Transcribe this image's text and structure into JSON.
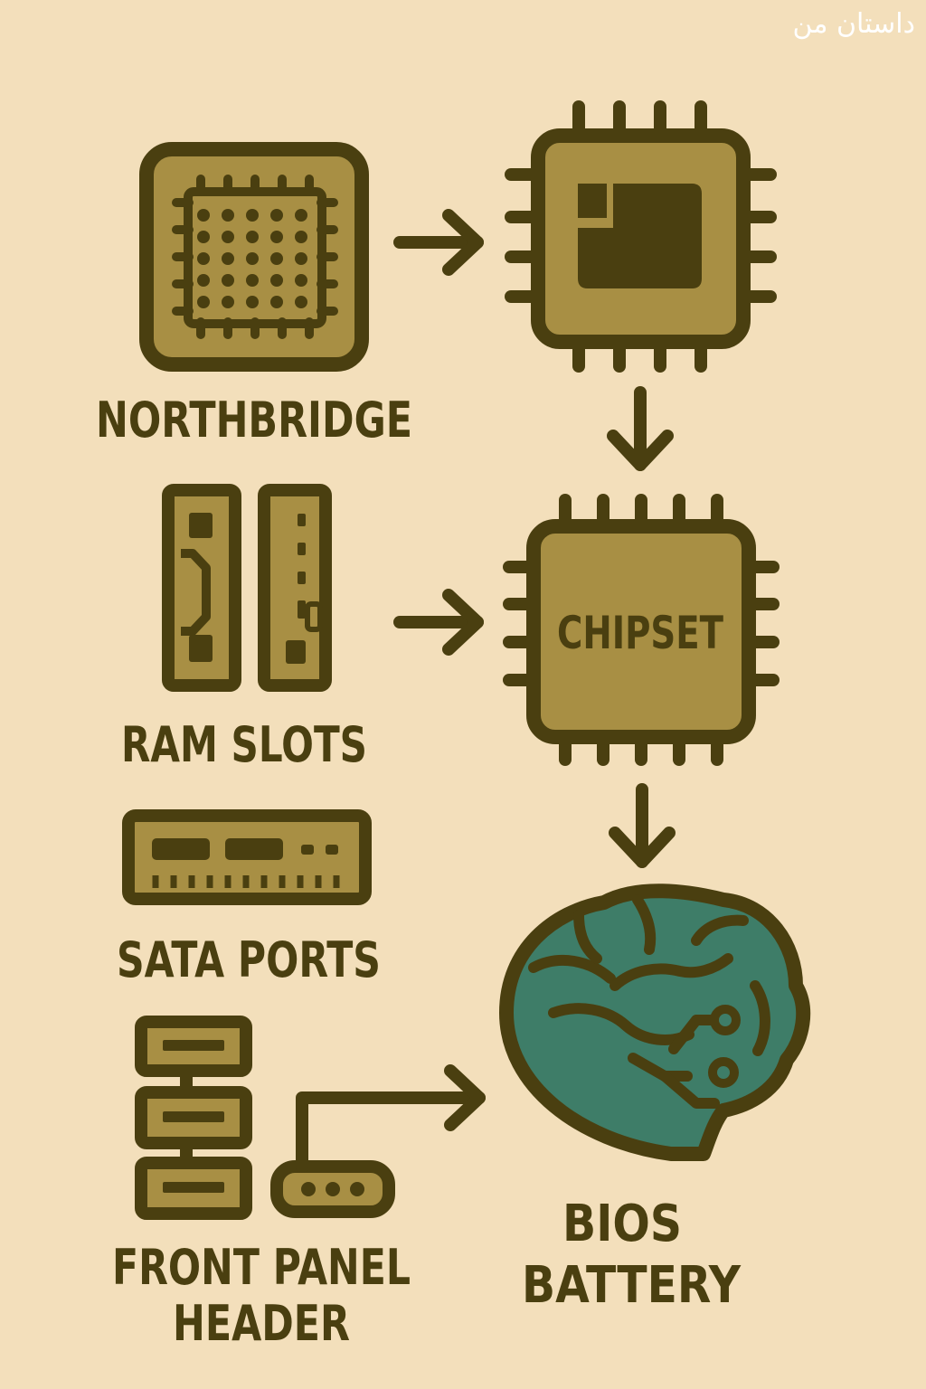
{
  "watermark": "داستان من",
  "colors": {
    "background": "#f3dfbb",
    "outline": "#4a3f10",
    "fill": "#a88f44",
    "brain": "#3e7d68"
  },
  "labels": {
    "northbridge": "NORTHBRIDGE",
    "ram_slots": "RAM SLOTS",
    "sata_ports": "SATA PORTS",
    "front_panel_header_line1": "FRONT PANEL",
    "front_panel_header_line2": "HEADER",
    "chipset": "CHIPSET",
    "bios_battery_line1": "BIOS",
    "bios_battery_line2": "BATTERY"
  },
  "icons": {
    "northbridge": "northbridge-chip-icon",
    "cpu": "cpu-chip-icon",
    "ram": "ram-slots-icon",
    "chipset": "chipset-chip-icon",
    "sata": "sata-ports-icon",
    "front_panel": "front-panel-header-icon",
    "bios": "brain-icon"
  }
}
